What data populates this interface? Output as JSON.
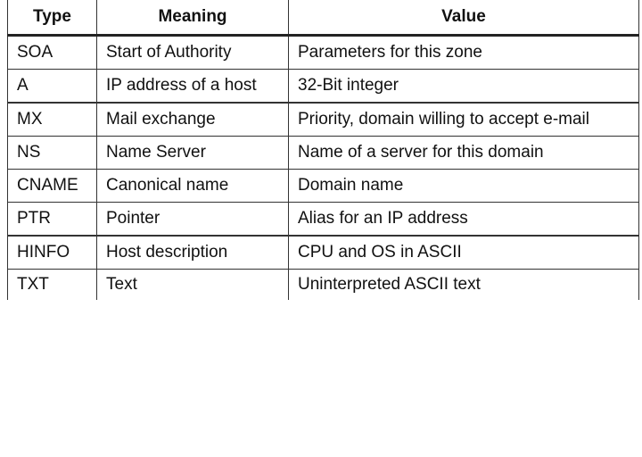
{
  "table": {
    "headers": [
      "Type",
      "Meaning",
      "Value"
    ],
    "rows": [
      {
        "type": "SOA",
        "meaning": "Start of Authority",
        "value": "Parameters for this zone"
      },
      {
        "type": "A",
        "meaning": "IP address of a host",
        "value": "32-Bit integer"
      },
      {
        "type": "MX",
        "meaning": "Mail exchange",
        "value": "Priority, domain willing to accept e-mail"
      },
      {
        "type": "NS",
        "meaning": "Name Server",
        "value": "Name of a server for this domain"
      },
      {
        "type": "CNAME",
        "meaning": "Canonical name",
        "value": "Domain name"
      },
      {
        "type": "PTR",
        "meaning": "Pointer",
        "value": "Alias for an IP address"
      },
      {
        "type": "HINFO",
        "meaning": "Host description",
        "value": "CPU and OS in ASCII"
      },
      {
        "type": "TXT",
        "meaning": "Text",
        "value": "Uninterpreted ASCII text"
      }
    ]
  }
}
